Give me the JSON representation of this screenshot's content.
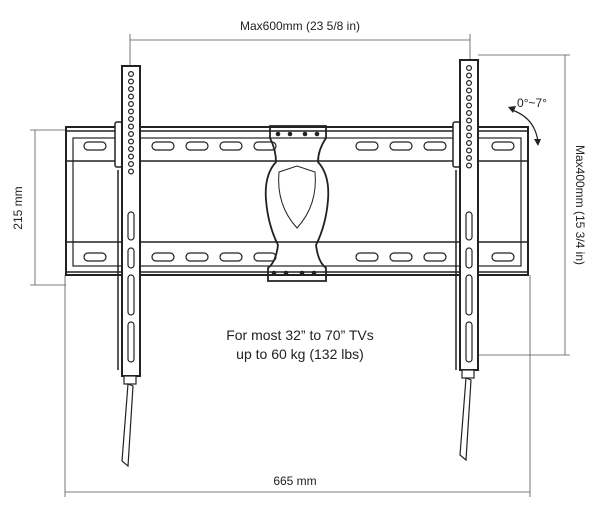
{
  "dimensions": {
    "top_width": "Max600mm (23 5/8 in)",
    "left_height": "215 mm",
    "right_height": "Max400mm (15 3/4 in)",
    "bottom_width": "665 mm",
    "tilt": "0°~7°"
  },
  "notes": {
    "line1": "For most 32” to 70” TVs",
    "line2": "up to 60 kg (132 lbs)"
  },
  "colors": {
    "line": "#222222",
    "dimension": "#555555"
  }
}
